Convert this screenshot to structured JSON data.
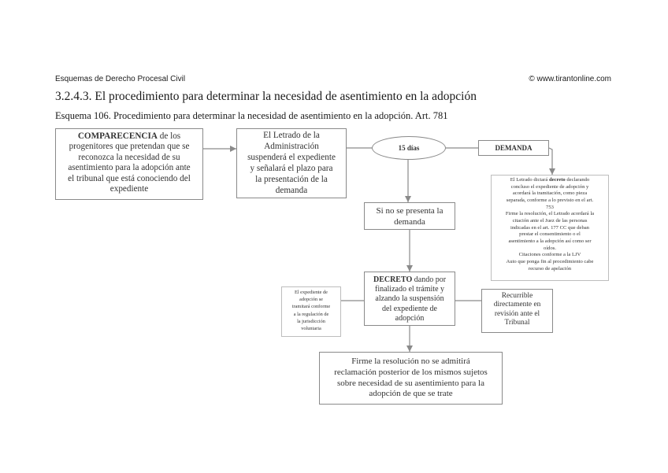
{
  "header": {
    "left": "Esquemas de Derecho Procesal Civil",
    "right": "© www.tirantonline.com"
  },
  "title": "3.2.4.3. El procedimiento para determinar la necesidad de asentimiento en la adopción",
  "subtitle": "Esquema 106. Procedimiento para determinar la necesidad de asentimiento en la adopción. Art. 781",
  "diagram": {
    "comparecencia": {
      "bold": "COMPARECENCIA",
      "rest": " de los\nprogenitores que pretendan que se\nreconozca la necesidad de su\nasentimiento para la adopción ante\nel tribunal que está conociendo del\nexpediente"
    },
    "letrado_suspende": "El Letrado de la\nAdministración\nsuspenderá el expediente\ny señalará el plazo para\nla presentación de la\ndemanda",
    "plazo": "15 días",
    "demanda": "DEMANDA",
    "tramite_demanda": {
      "intro": "El Letrado dictará ",
      "bold": "decreto",
      "rest": " declarando\nconcluso el expediente de adopción y\nacordará la tramitación, como pieza\nseparada, conforme a lo previsto en el art.\n753",
      "citacion": "Firme la resolución, el Letrado acordará la\ncitación ante el Juez de las personas\nindicadas en el art. 177 CC que deban\nprestar el consentimiento o el\nasentimiento a la adopción así como ser\noídos.",
      "citaciones": "Citaciones conforme a la LJV",
      "recurso": "Auto que ponga fin al procedimiento cabe\nrecurso de apelación"
    },
    "sin_demanda": "Si no se presenta la\ndemanda",
    "decreto_fin": {
      "bold": "DECRETO",
      "rest": " dando por\nfinalizado el trámite y\nalzando la suspensión\ndel expediente de\nadopción"
    },
    "jurisdiccion_voluntaria": "El expediente de\nadopción se\ntramitará conforme\na la regulación de\nla jurisdicción\nvoluntaria",
    "recurso_revision": "Recurrible\ndirectamente en\nrevisión ante el\nTribunal",
    "firmeza": "Firme la resolución no se admitirá\nreclamación posterior de los mismos sujetos\nsobre necesidad de su asentimiento para la\nadopción de que se trate"
  },
  "colors": {
    "text": "#333333",
    "heading": "#1a1a1a",
    "box_border": "#8a8a8a",
    "note_border": "#bdbdbd",
    "connector": "#8a8a8a"
  }
}
